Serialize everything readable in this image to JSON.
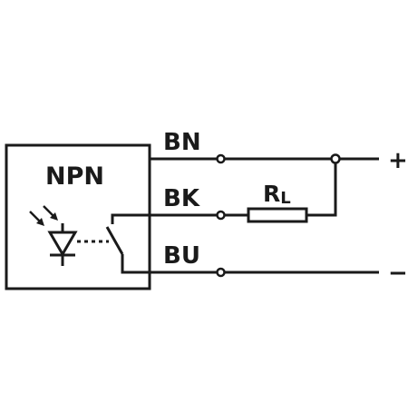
{
  "sensor": {
    "type_label": "NPN"
  },
  "wires": {
    "brown": "BN",
    "black": "BK",
    "blue": "BU"
  },
  "load": {
    "label_main": "R",
    "label_sub": "L"
  },
  "terminals": {
    "positive": "+",
    "negative": "−"
  },
  "colors": {
    "line": "#1a1a1a",
    "background": "#ffffff"
  }
}
